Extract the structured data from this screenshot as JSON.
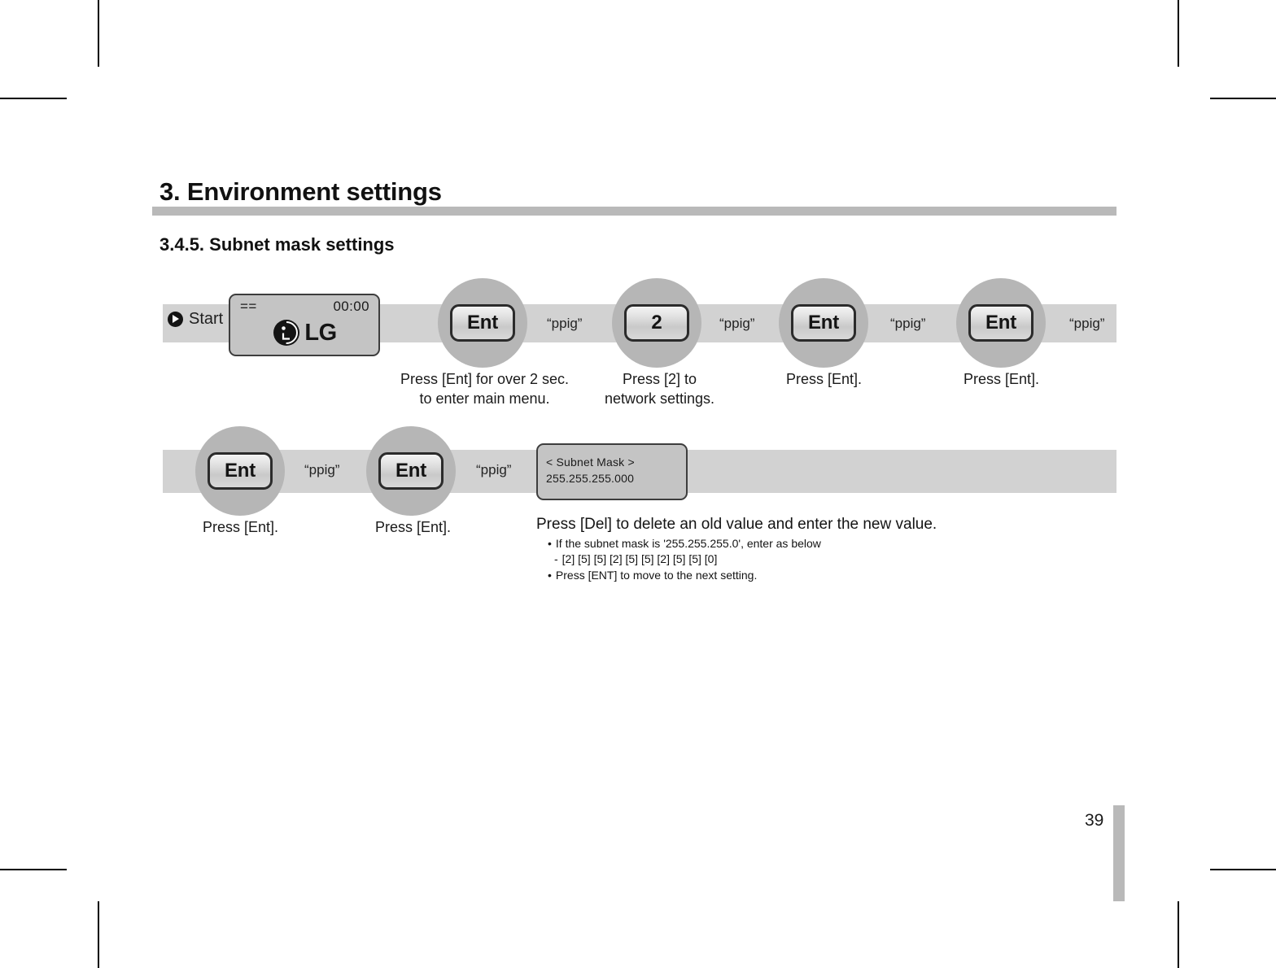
{
  "document": {
    "chapter_title": "3. Environment settings",
    "section_title": "3.4.5. Subnet mask settings",
    "page_number": "39"
  },
  "flow": {
    "start_label": "Start",
    "start_icon": "play-circle-icon",
    "sound_label": "“ppig”",
    "row1": {
      "display": {
        "left_indicator": "==",
        "clock": "00:00",
        "brand": "LG"
      },
      "steps": [
        {
          "key": "Ent",
          "caption": "Press [Ent] for over 2 sec.\nto enter main menu."
        },
        {
          "key": "2",
          "caption": "Press [2] to\nnetwork settings."
        },
        {
          "key": "Ent",
          "caption": "Press [Ent]."
        },
        {
          "key": "Ent",
          "caption": "Press [Ent]."
        }
      ]
    },
    "row2": {
      "steps": [
        {
          "key": "Ent",
          "caption": "Press [Ent]."
        },
        {
          "key": "Ent",
          "caption": "Press [Ent]."
        }
      ],
      "display": {
        "line1": "< Subnet Mask >",
        "line2": "255.255.255.000"
      }
    }
  },
  "note": {
    "headline": "Press [Del] to delete an old value and enter the new value.",
    "bullet1": "If the subnet mask is '255.255.255.0', enter as below",
    "sub1": "[2] [5] [5] [2] [5] [5] [2] [5] [5] [0]",
    "bullet2": "Press [ENT] to move to the next setting."
  },
  "colors": {
    "band": "#d2d2d2",
    "node_circle": "#b6b6b6",
    "rule": "#b9b9b9",
    "lcd_face": "#c4c4c4"
  }
}
